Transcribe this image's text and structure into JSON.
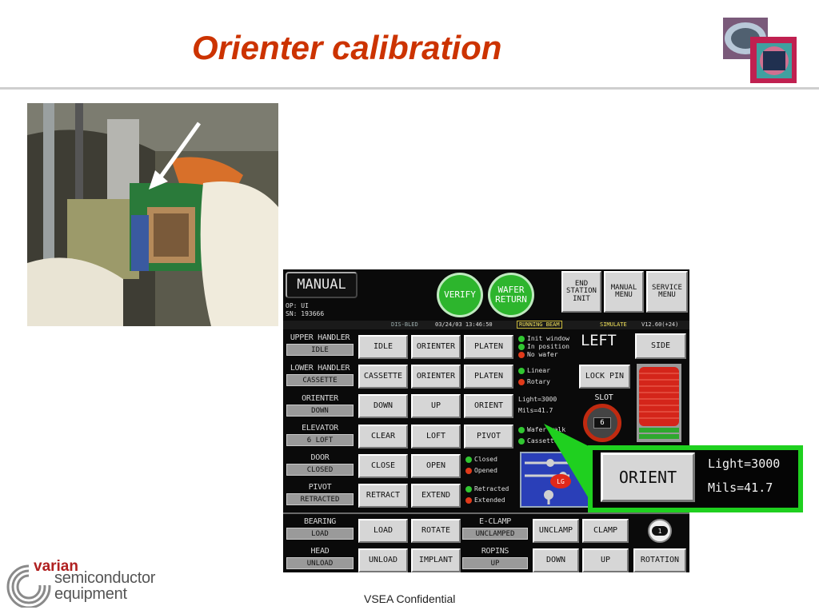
{
  "slide": {
    "title": "Orienter calibration",
    "footer": "VSEA Confidential",
    "logo": {
      "line1": "varian",
      "line2": "semiconductor",
      "line3": "equipment"
    }
  },
  "panel": {
    "mode_label": "MANUAL",
    "op_line": "OP: UI",
    "sn_line": "SN: 193666",
    "verify_label": "VERIFY",
    "wafer_return_label": "WAFER RETURN",
    "end_station_init_label": "END STATION INIT",
    "manual_menu_label": "MANUAL MENU",
    "service_menu_label": "SERVICE MENU",
    "status_bar": {
      "disabled": "DIS-BLED",
      "datetime": "03/24/03 13:46:50",
      "beam": "RUNNING BEAM",
      "simulate": "SIMULATE",
      "version": "V12.60(+24)"
    },
    "rows": [
      {
        "label": "UPPER HANDLER",
        "status": "IDLE",
        "buttons": [
          "IDLE",
          "ORIENTER",
          "PLATEN"
        ]
      },
      {
        "label": "LOWER HANDLER",
        "status": "CASSETTE",
        "buttons": [
          "CASSETTE",
          "ORIENTER",
          "PLATEN"
        ]
      },
      {
        "label": "ORIENTER",
        "status": "DOWN",
        "buttons": [
          "DOWN",
          "UP",
          "ORIENT"
        ]
      },
      {
        "label": "ELEVATOR",
        "status": "6 LOFT",
        "buttons": [
          "CLEAR",
          "LOFT",
          "PIVOT"
        ]
      },
      {
        "label": "DOOR",
        "status": "CLOSED",
        "buttons": [
          "CLOSE",
          "OPEN"
        ]
      },
      {
        "label": "PIVOT",
        "status": "RETRACTED",
        "buttons": [
          "RETRACT",
          "EXTEND"
        ]
      },
      {
        "label": "BEARING",
        "status": "LOAD",
        "buttons": [
          "LOAD",
          "ROTATE"
        ]
      },
      {
        "label": "HEAD",
        "status": "UNLOAD",
        "buttons": [
          "UNLOAD",
          "IMPLANT"
        ]
      }
    ],
    "indicators": {
      "window_group": [
        "Init window",
        "In position",
        "No wafer"
      ],
      "motion_group": [
        "Linear",
        "Rotary"
      ],
      "walk_group": [
        "Wafer walk",
        "Cassette"
      ],
      "door_group": [
        "Closed",
        "Opened"
      ],
      "pivot_group": [
        "Retracted",
        "Extended"
      ]
    },
    "readout": {
      "light": "Light=3000",
      "mils": "Mils=41.7"
    },
    "side_text": "LEFT",
    "side_button": "SIDE",
    "lock_pin_button": "LOCK PIN",
    "slot_label": "SLOT",
    "slot_value": "6",
    "platen_badge": "LG",
    "eclamp": {
      "label": "E-CLAMP",
      "status": "UNCLAMPED",
      "buttons": [
        "UNCLAMP",
        "CLAMP"
      ]
    },
    "ropins": {
      "label": "ROPINS",
      "status": "UP",
      "buttons": [
        "DOWN",
        "UP",
        "ROTATION"
      ]
    },
    "bearing_icon_value": "1"
  },
  "zoom": {
    "button": "ORIENT",
    "light": "Light=3000",
    "mils": "Mils=41.7"
  },
  "colors": {
    "title": "#cc3300",
    "callout": "#1fd01f",
    "indicator_on": "#31c731",
    "indicator_off": "#e03a1a"
  }
}
